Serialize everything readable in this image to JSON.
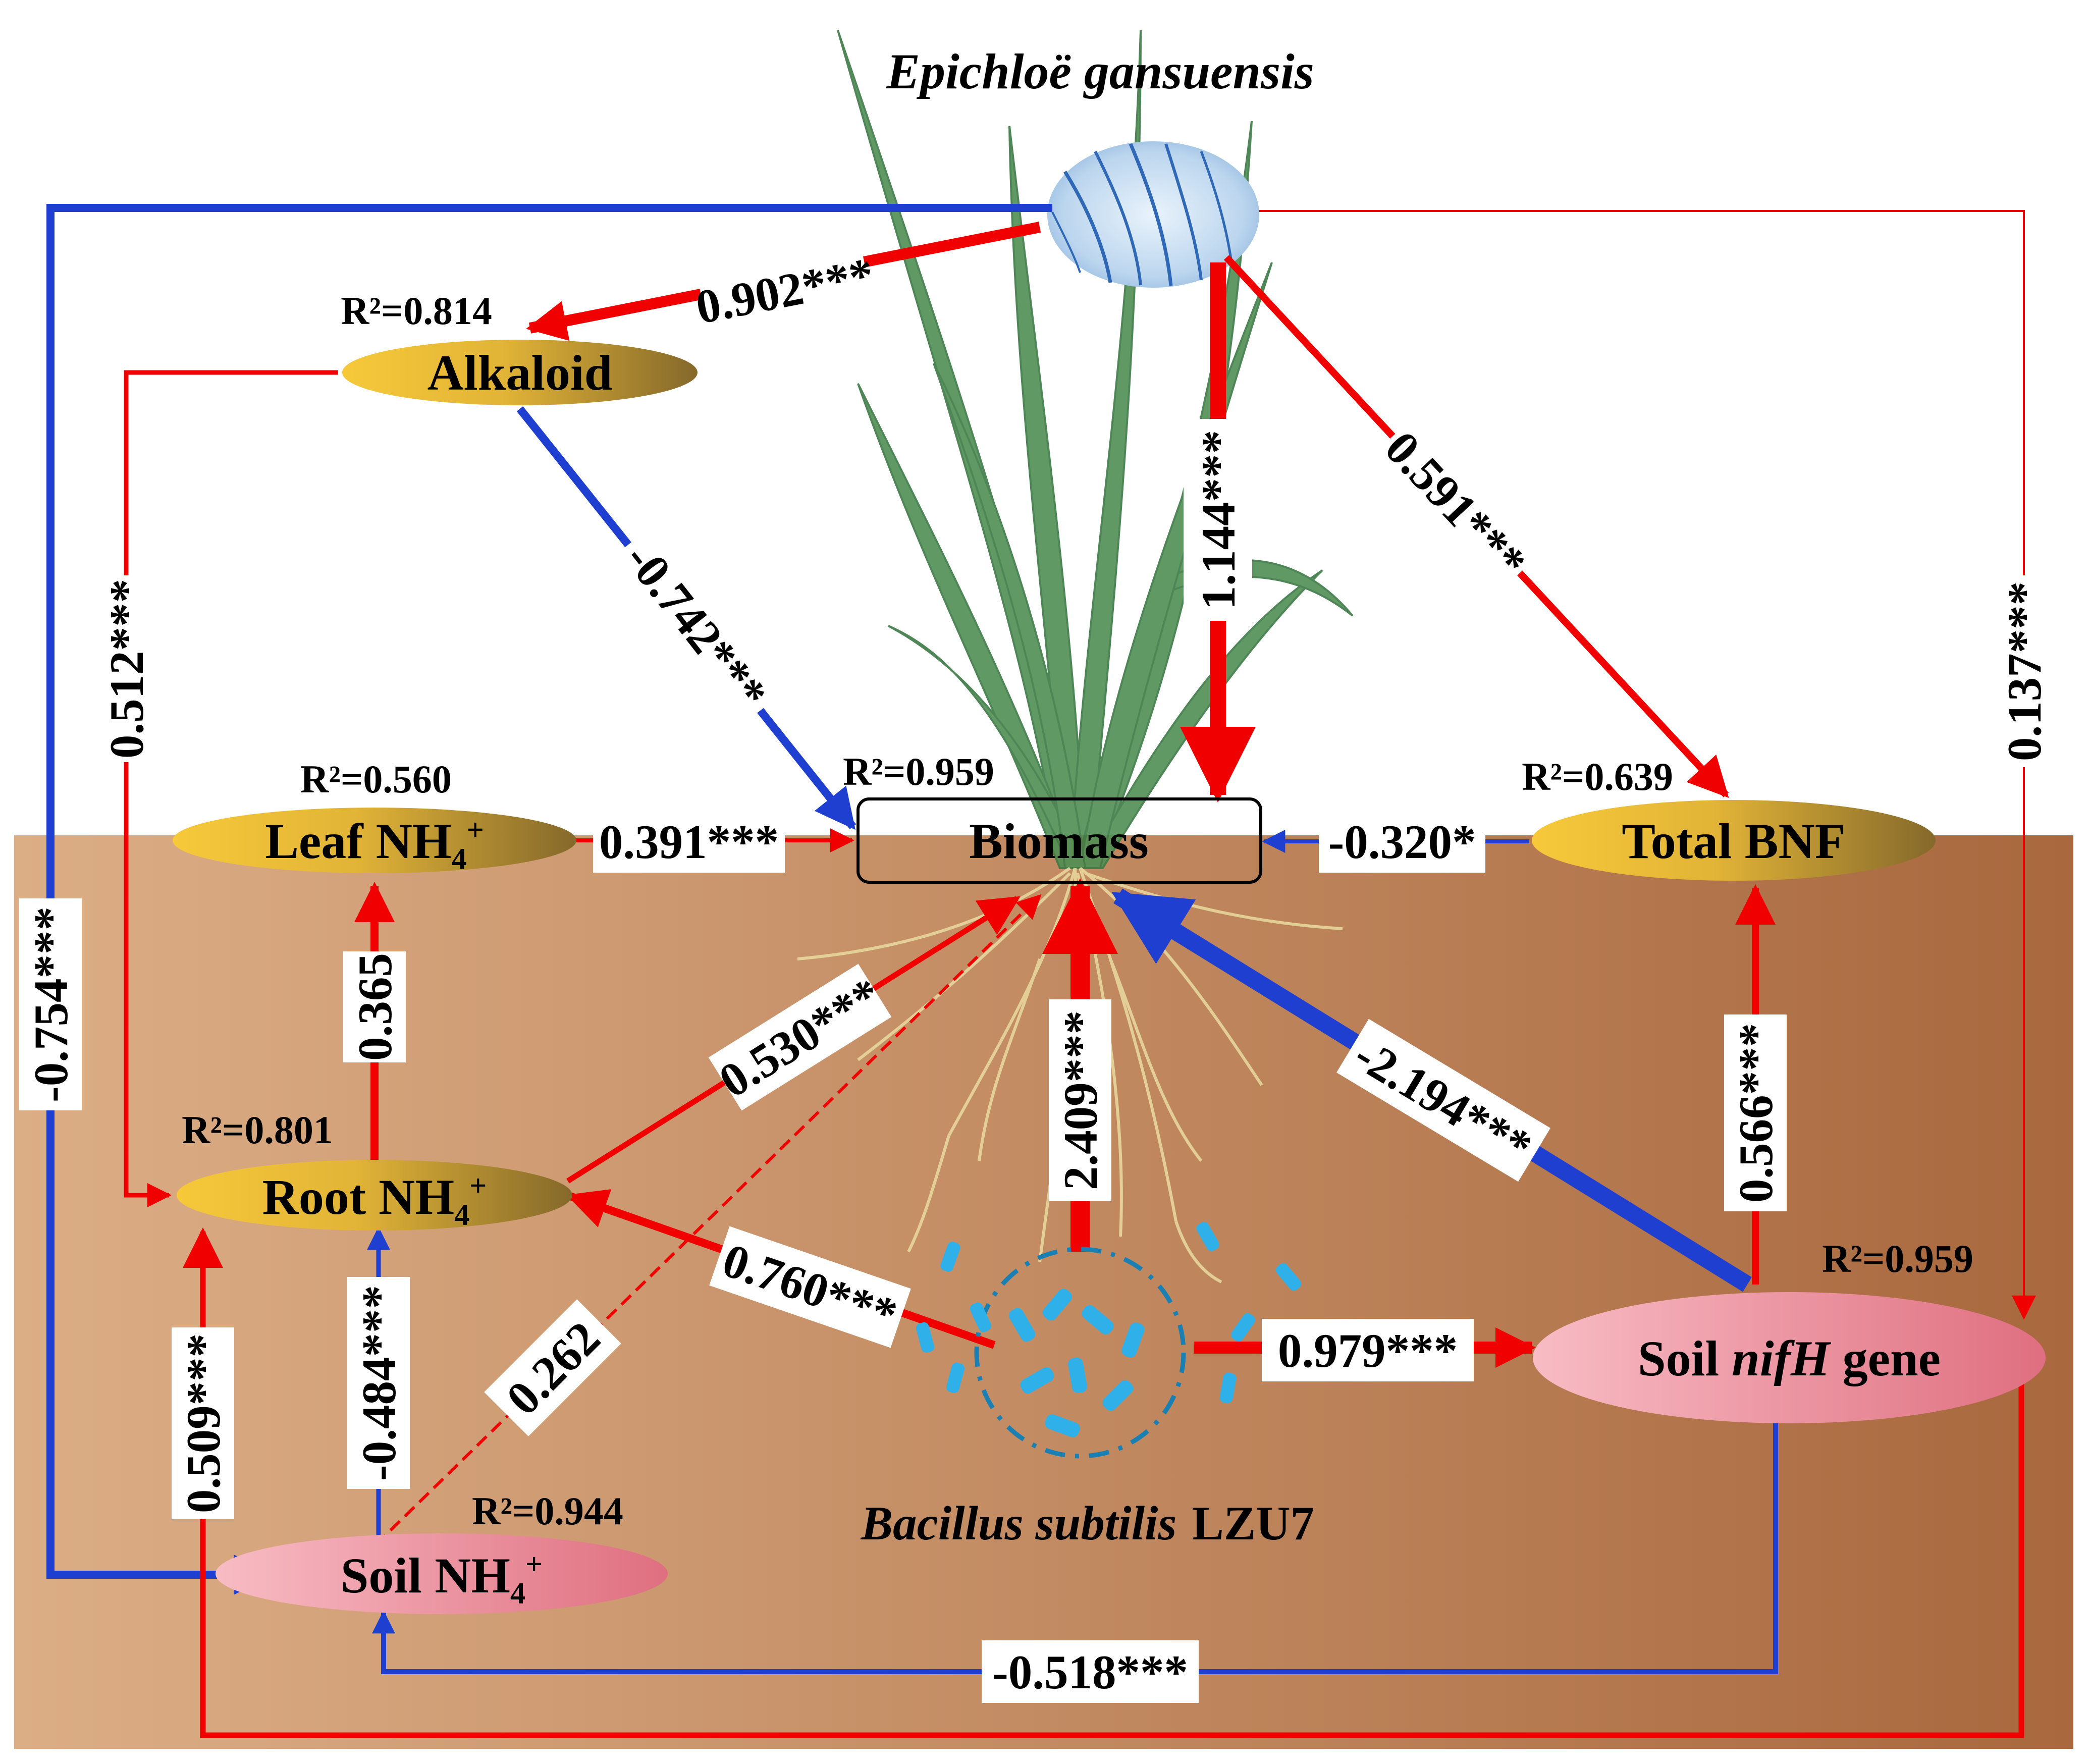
{
  "title": "Epichloë gansuensis",
  "bottom_label": {
    "italic": "Bacillus subtilis",
    "rest": "LZU7"
  },
  "colors": {
    "positive": "#f00000",
    "negative": "#1f3fd0",
    "soil_start": "#dcae86",
    "soil_end": "#a9683e",
    "gold_start": "#f6c93a",
    "gold_end": "#8a6f2c",
    "pink_start": "#f7b8c0",
    "pink_end": "#e17282",
    "bacteria": "#2fb0e8"
  },
  "nodes": {
    "alkaloid": {
      "label": "Alkaloid",
      "r2": "R²=0.814"
    },
    "leaf": {
      "label": "Leaf  NH",
      "sub": "4",
      "sup": "+",
      "r2": "R²=0.560"
    },
    "biomass": {
      "label": "Biomass",
      "r2": "R²=0.959"
    },
    "bnf": {
      "label": "Total  BNF",
      "r2": "R²=0.639"
    },
    "root": {
      "label": "Root  NH",
      "sub": "4",
      "sup": "+",
      "r2": "R²=0.801"
    },
    "soilnh4": {
      "label": "Soil  NH",
      "sub": "4",
      "sup": "+",
      "r2": "R²=0.944"
    },
    "nifh": {
      "pre": "Soil  ",
      "italic": "nifH",
      "post": " gene",
      "r2": "R²=0.959"
    }
  },
  "paths": [
    {
      "id": "e-alk",
      "value": "0.902***",
      "sign": "positive"
    },
    {
      "id": "e-bio",
      "value": "1.144***",
      "sign": "positive"
    },
    {
      "id": "e-bnf",
      "value": "0.591***",
      "sign": "positive"
    },
    {
      "id": "e-nifh",
      "value": "0.137***",
      "sign": "positive"
    },
    {
      "id": "e-soilnh4",
      "value": "-0.754***",
      "sign": "negative"
    },
    {
      "id": "alk-bio",
      "value": "-0.742***",
      "sign": "negative"
    },
    {
      "id": "alk-root",
      "value": "0.512***",
      "sign": "positive"
    },
    {
      "id": "leaf-bio",
      "value": "0.391***",
      "sign": "positive"
    },
    {
      "id": "bnf-bio",
      "value": "-0.320*",
      "sign": "negative"
    },
    {
      "id": "root-leaf",
      "value": "0.365",
      "sign": "positive"
    },
    {
      "id": "root-bio",
      "value": "0.530***",
      "sign": "positive"
    },
    {
      "id": "bac-bio",
      "value": "2.409***",
      "sign": "positive"
    },
    {
      "id": "nifh-bio",
      "value": "-2.194***",
      "sign": "negative"
    },
    {
      "id": "nifh-bnf",
      "value": "0.566***",
      "sign": "positive"
    },
    {
      "id": "bac-root",
      "value": "0.760***",
      "sign": "positive"
    },
    {
      "id": "bac-nifh",
      "value": "0.979***",
      "sign": "positive"
    },
    {
      "id": "soil-bio",
      "value": "0.262",
      "sign": "positive"
    },
    {
      "id": "soil-root",
      "value": "-0.484***",
      "sign": "negative"
    },
    {
      "id": "nifh-root",
      "value": "0.509***",
      "sign": "positive"
    },
    {
      "id": "nifh-soil",
      "value": "-0.518***",
      "sign": "negative"
    }
  ]
}
